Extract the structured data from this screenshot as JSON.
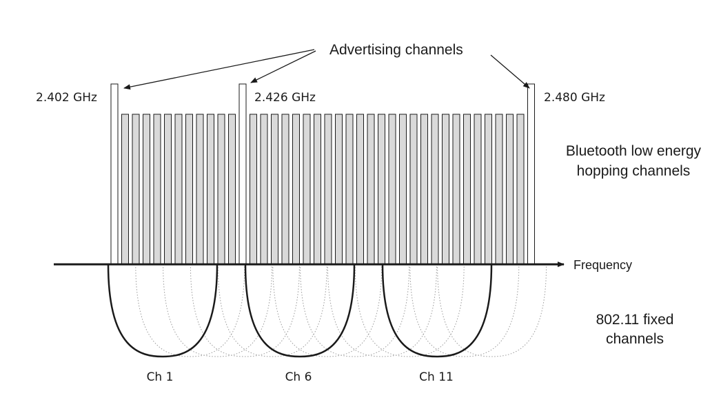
{
  "labels": {
    "advertising": "Advertising channels",
    "freq_left": "2.402 GHz",
    "freq_mid": "2.426 GHz",
    "freq_right": "2.480 GHz",
    "ble_line1": "Bluetooth low energy",
    "ble_line2": "hopping channels",
    "axis": "Frequency",
    "wifi_line1": "802.11 fixed",
    "wifi_line2": "channels",
    "ch1": "Ch 1",
    "ch6": "Ch 6",
    "ch11": "Ch 11"
  },
  "colors": {
    "advertising_fill": "#ffffff",
    "hopping_fill": "#d9d9d9",
    "stroke": "#1a1a1a",
    "dotted": "#999999"
  },
  "channels": {
    "advertising_count": 3,
    "hopping_count": 37,
    "hopping_before_first_gap": 11,
    "hopping_between_gaps": 26
  },
  "wifi": {
    "highlighted_channels": [
      1,
      6,
      11
    ],
    "dotted_channels": [
      2,
      3,
      4,
      5,
      7,
      8,
      9,
      10,
      12,
      13
    ]
  }
}
